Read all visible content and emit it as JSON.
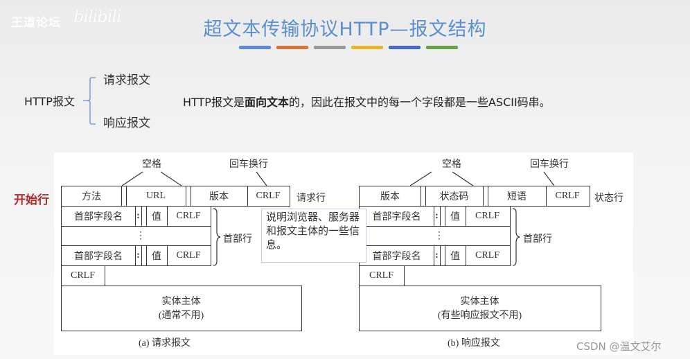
{
  "watermark_logo": {
    "text": "王道论坛",
    "bili": "bilibili"
  },
  "title": "超文本传输协议HTTP—报文结构",
  "title_bars": [
    "#5b8fd0",
    "#d5773a",
    "#9a9a9a",
    "#e6b52c",
    "#4a6cc0",
    "#6aa04a"
  ],
  "overview": {
    "root": "HTTP报文",
    "children": [
      "请求报文",
      "响应报文"
    ],
    "description_pre": "HTTP报文是",
    "description_bold": "面向文本",
    "description_post": "的，因此在报文中的每一个字段都是一些ASCII码串。"
  },
  "start_line_label": "开始行",
  "request": {
    "space_label": "空格",
    "crlf_label": "回车换行",
    "line_cells": [
      "方法",
      "URL",
      "版本",
      "CRLF"
    ],
    "line_name": "请求行",
    "header_rows": [
      {
        "name": "首部字段名",
        "colon": ":",
        "value": "值",
        "crlf": "CRLF"
      },
      {
        "dots": "⋮"
      },
      {
        "name": "首部字段名",
        "colon": ":",
        "value": "值",
        "crlf": "CRLF"
      }
    ],
    "header_label": "首部行",
    "blank_crlf": "CRLF",
    "body_title": "实体主体",
    "body_note": "(通常不用)",
    "caption": "(a) 请求报文"
  },
  "response": {
    "space_label": "空格",
    "crlf_label": "回车换行",
    "line_cells": [
      "版本",
      "状态码",
      "短语",
      "CRLF"
    ],
    "line_name": "状态行",
    "header_rows": [
      {
        "name": "首部字段名",
        "colon": ":",
        "value": "值",
        "crlf": "CRLF"
      },
      {
        "dots": "⋮"
      },
      {
        "name": "首部字段名",
        "colon": ":",
        "value": "值",
        "crlf": "CRLF"
      }
    ],
    "header_label": "首部行",
    "blank_crlf": "CRLF",
    "body_title": "实体主体",
    "body_note": "(有些响应报文不用)",
    "caption": "(b) 响应报文"
  },
  "tooltip": "说明浏览器、服务器和报文主体的一些信息。",
  "watermark": "CSDN @温文艾尔"
}
